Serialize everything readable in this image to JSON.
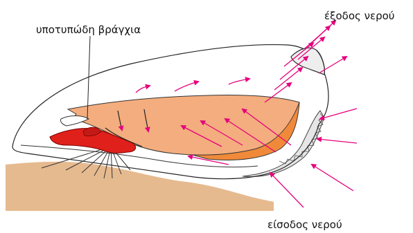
{
  "labels": {
    "gill": "υποτυπώδη βράγχια",
    "water_outlet": "έξοδος νερού",
    "water_inlet": "είσοδος νερού"
  },
  "colors": {
    "arrow": "#e5007d",
    "body": "#f4ad7e",
    "body_shadow": "#f08a3a",
    "foot": "#e0201b",
    "sand": "#e6ba8f",
    "mantle_edge": "#e6e6e6",
    "outline": "#222222"
  }
}
